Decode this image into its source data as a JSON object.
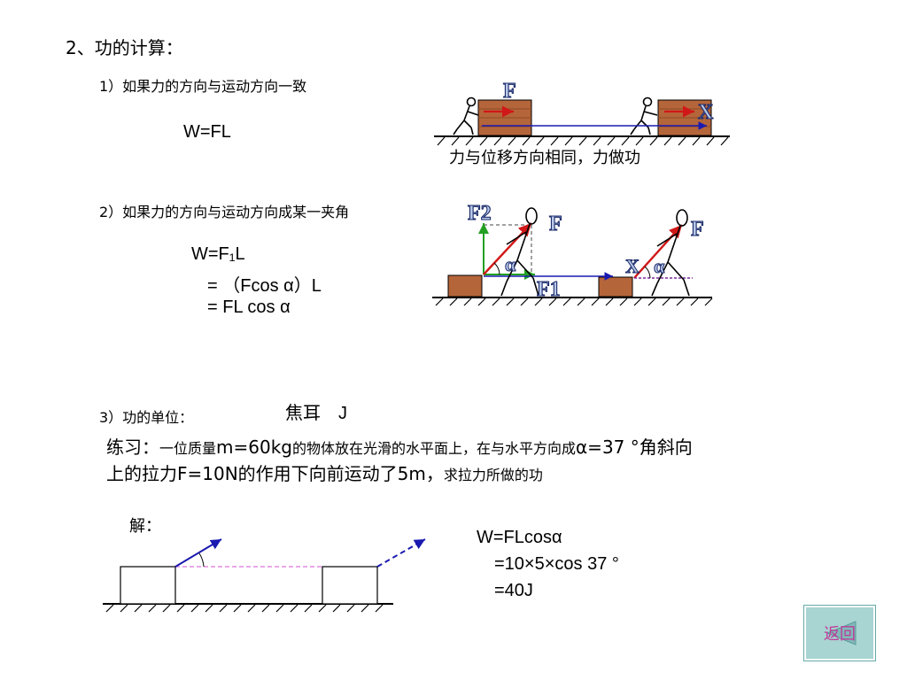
{
  "heading": "2、功的计算：",
  "case1": {
    "title": "1）如果力的方向与运动方向一致",
    "formula": "W=FL",
    "caption": "力与位移方向相同，力做功",
    "label_f": "F",
    "label_x": "X"
  },
  "case2": {
    "title": "2）如果力的方向与运动方向成某一夹角",
    "formula_line1": "W=F₁L",
    "formula_line2": "= （Fcos α）L",
    "formula_line3": "= FL cos α",
    "label_f2": "F2",
    "label_f": "F",
    "label_f1": "F1",
    "label_alpha": "α",
    "label_x": "X"
  },
  "case3": {
    "title": "3）功的单位：",
    "unit": "焦耳　J"
  },
  "exercise": {
    "line1_a": "练习：",
    "line1_b": "一位质量",
    "line1_c": "m=60kg",
    "line1_d": "的物体放在光滑的水平面上，在与水平方向成",
    "line1_e": "α=37 °",
    "line1_f": "角斜向",
    "line2_a": "上的拉力",
    "line2_b": "F=10N",
    "line2_c": "的作用下向前运动了",
    "line2_d": "5m",
    "line2_e": "，",
    "line2_f": "求拉力所做的功"
  },
  "solution": {
    "label": "解：",
    "line1": "W=FLcosα",
    "line2": "=10×5×cos 37 °",
    "line3": "=40J"
  },
  "nav": {
    "back_label": "返回"
  },
  "colors": {
    "force_red": "#d01818",
    "move_blue": "#1a1ab0",
    "green": "#22a022",
    "box_brown": "#b5653a",
    "button_bg": "#a8d4d2"
  }
}
